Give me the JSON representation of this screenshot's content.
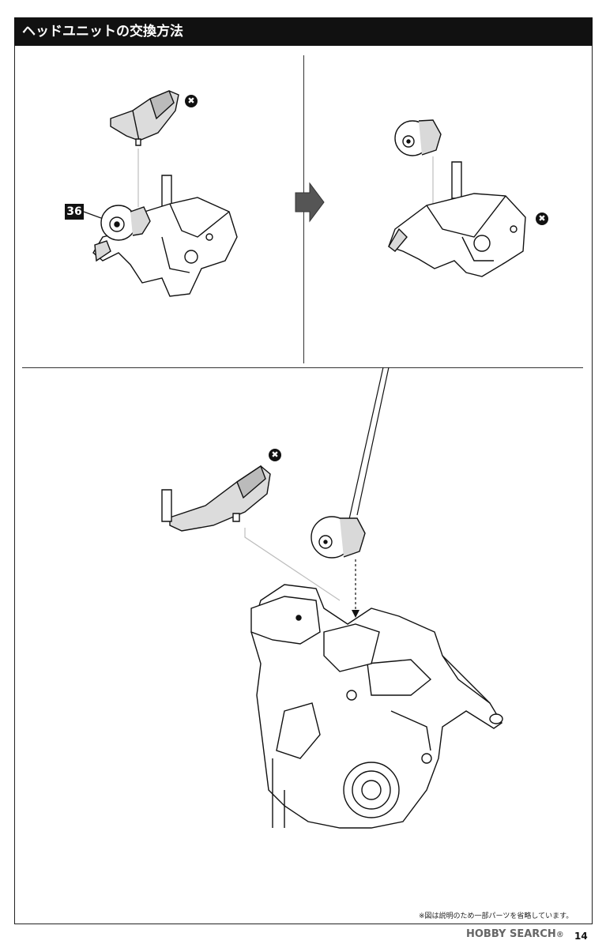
{
  "header": {
    "title": "ヘッドユニットの交換方法"
  },
  "parts": {
    "tag_36": "36"
  },
  "marks": {
    "remove_symbol": "✖"
  },
  "footer": {
    "note": "※図は説明のため一部パーツを省略しています。",
    "page_number": "14",
    "watermark": "HOBBY SEARCH",
    "watermark_reg": "®"
  },
  "icons": {
    "arrow": "right-arrow-icon",
    "remove": "x-circle-icon"
  },
  "colors": {
    "ink": "#111111",
    "part_gray": "#d9d9d9",
    "light_gray": "#bdbdbd"
  }
}
